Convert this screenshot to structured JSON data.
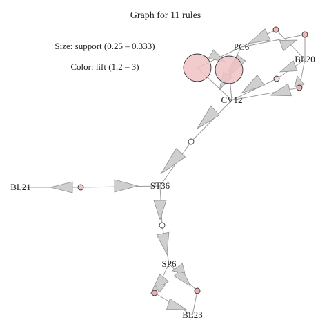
{
  "header": {
    "title": "Graph for 11 rules"
  },
  "legend": {
    "size": "Size: support (0.25 – 0.333)",
    "color": "Color: lift (1.2 – 3)"
  },
  "colors": {
    "low_lift": "#ffffff",
    "high_lift": "#e69a9c",
    "arrow_fill": "#cfcfcf"
  },
  "items": [
    "PC6",
    "BL20",
    "CV12",
    "BL21",
    "ST36",
    "SP6",
    "BL23"
  ],
  "rules": [
    {
      "lhs": "BL20",
      "rhs": "PC6",
      "lift": 0.7,
      "support": 0.25
    },
    {
      "lhs": "PC6",
      "rhs": "BL20",
      "lift": 0.7,
      "support": 0.25
    },
    {
      "lhs": "PC6",
      "rhs": "CV12",
      "lift": 0.6,
      "support": 0.333
    },
    {
      "lhs": "CV12",
      "rhs": "PC6",
      "lift": 0.6,
      "support": 0.333
    },
    {
      "lhs": "BL20",
      "rhs": "CV12",
      "lift": 0.4,
      "support": 0.25
    },
    {
      "lhs": "CV12",
      "rhs": "BL20",
      "lift": 0.7,
      "support": 0.25
    },
    {
      "lhs": "CV12",
      "rhs": "ST36",
      "lift": 0.0,
      "support": 0.25
    },
    {
      "lhs": "BL21",
      "rhs": "ST36",
      "lift": 0.6,
      "support": 0.25
    },
    {
      "lhs": "ST36",
      "rhs": "SP6",
      "lift": 0.0,
      "support": 0.25
    },
    {
      "lhs": "SP6",
      "rhs": "BL23",
      "lift": 0.8,
      "support": 0.25
    },
    {
      "lhs": "BL23",
      "rhs": "SP6",
      "lift": 0.8,
      "support": 0.25
    }
  ]
}
